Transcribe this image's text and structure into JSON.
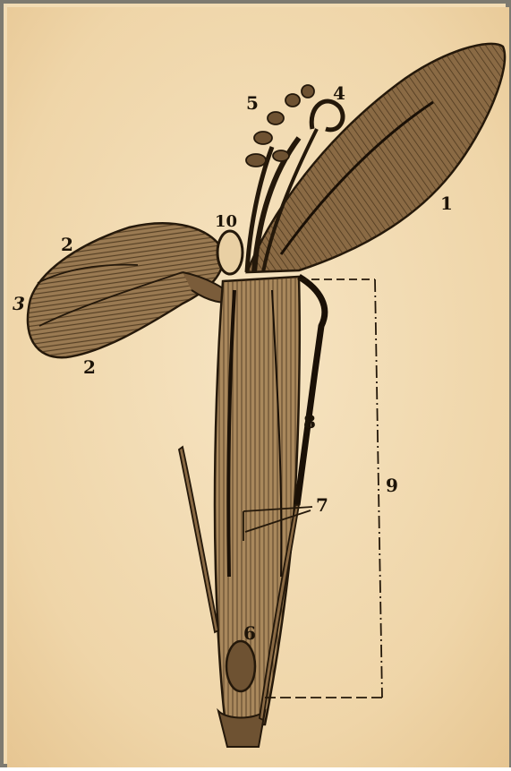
{
  "plate": {
    "paper_color": "#f2dcb4",
    "ink_color": "#2b1d0e",
    "labels": [
      "1",
      "2",
      "2",
      "3",
      "4",
      "5",
      "6",
      "7",
      "8",
      "9",
      "10"
    ]
  }
}
